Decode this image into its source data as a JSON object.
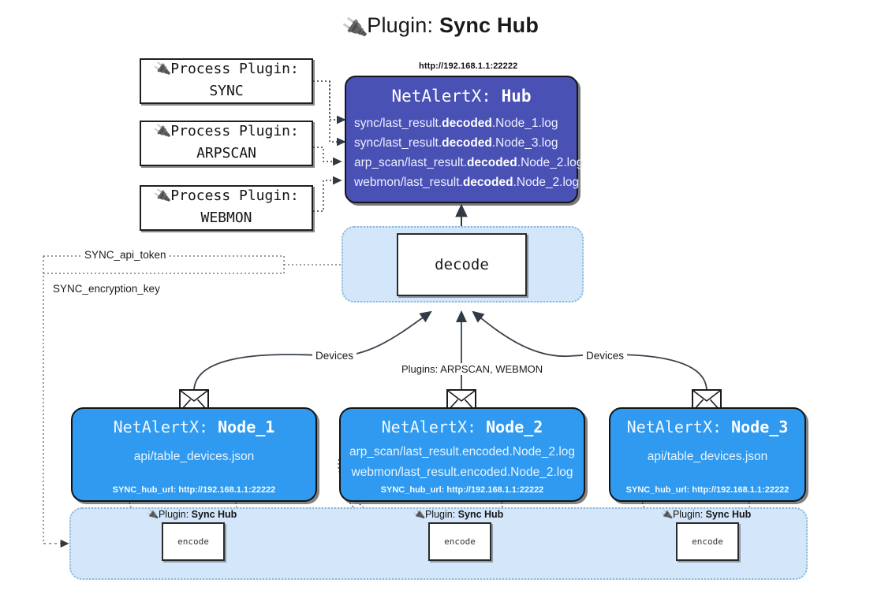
{
  "title": {
    "icon": "plug-icon",
    "prefix": "Plugin: ",
    "name": "Sync Hub"
  },
  "process_plugins": [
    {
      "icon": "plug-icon",
      "line1": "Process Plugin:",
      "line2": "SYNC"
    },
    {
      "icon": "plug-icon",
      "line1": "Process Plugin:",
      "line2": "ARPSCAN"
    },
    {
      "icon": "plug-icon",
      "line1": "Process Plugin:",
      "line2": "WEBMON"
    }
  ],
  "hub": {
    "url": "http://192.168.1.1:22222",
    "header_prefix": "NetAlertX: ",
    "header_name": "Hub",
    "logs": [
      {
        "pre": "sync/last_result.",
        "mid": "decoded",
        "post": ".Node_1.log"
      },
      {
        "pre": "sync/last_result.",
        "mid": "decoded",
        "post": ".Node_3.log"
      },
      {
        "pre": "arp_scan/last_result.",
        "mid": "decoded",
        "post": ".Node_2.log"
      },
      {
        "pre": "webmon/last_result.",
        "mid": "decoded",
        "post": ".Node_2.log"
      }
    ]
  },
  "decode": {
    "label": "decode"
  },
  "secrets": {
    "api_token": "SYNC_api_token",
    "encryption_key": "SYNC_encryption_key"
  },
  "edge_labels": {
    "devices_left": "Devices",
    "devices_right": "Devices",
    "plugins_center": "Plugins: ARPSCAN, WEBMON"
  },
  "nodes": [
    {
      "header_prefix": "NetAlertX: ",
      "header_name": "Node_1",
      "lines": [
        "api/table_devices.json"
      ],
      "footer": "SYNC_hub_url: http://192.168.1.1:22222",
      "envelope_icon": "envelope-icon"
    },
    {
      "header_prefix": "NetAlertX: ",
      "header_name": "Node_2",
      "lines": [
        "arp_scan/last_result.encoded.Node_2.log",
        "webmon/last_result.encoded.Node_2.log"
      ],
      "footer": "SYNC_hub_url: http://192.168.1.1:22222",
      "envelope_icon": "envelope-icon"
    },
    {
      "header_prefix": "NetAlertX: ",
      "header_name": "Node_3",
      "lines": [
        "api/table_devices.json"
      ],
      "footer": "SYNC_hub_url: http://192.168.1.1:22222",
      "envelope_icon": "envelope-icon"
    }
  ],
  "encoders": [
    {
      "sg_icon": "plug-icon",
      "sg_prefix": "Plugin: ",
      "sg_name": "Sync Hub",
      "box_label": "encode"
    },
    {
      "sg_icon": "plug-icon",
      "sg_prefix": "Plugin: ",
      "sg_name": "Sync Hub",
      "box_label": "encode"
    },
    {
      "sg_icon": "plug-icon",
      "sg_prefix": "Plugin: ",
      "sg_name": "Sync Hub",
      "box_label": "encode"
    }
  ],
  "colors": {
    "hub_fill": "#4a51b5",
    "node_fill": "#2f9aef",
    "subgraph_fill": "#d3e6fa",
    "subgraph_border": "#8fb8d8",
    "stroke": "#2b2b2b",
    "page_bg": "#ffffff"
  }
}
